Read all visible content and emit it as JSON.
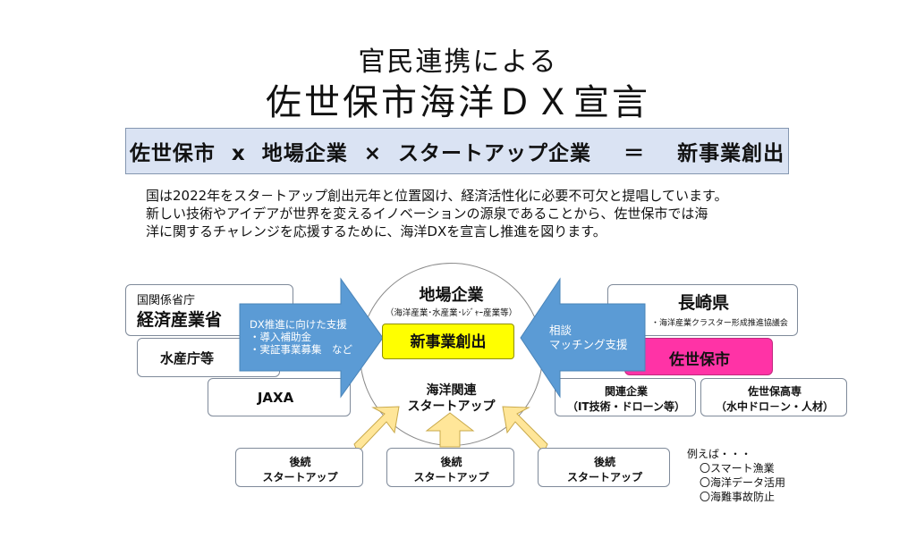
{
  "title": {
    "line1": "官民連携による",
    "line2": "佐世保市海洋ＤＸ宣言"
  },
  "formula": "佐世保市  x  地場企業  ×  スタートアップ企業    ＝    新事業創出",
  "description": [
    "国は2022年をスタ－トアップ創出元年と位置図け、経済活性化に必要不可欠と提唱しています。",
    "新しい技術やアイデアが世界を変えるイノベーションの源泉であることから、佐世保市では海",
    "洋に関するチャレンジを応援するために、海洋DXを宣言し推進を図ります。"
  ],
  "left": {
    "gov_small": "国関係省庁",
    "gov_main": "経済産業省",
    "fisheries": "水産庁等",
    "jaxa": "JAXA",
    "arrow_lines": [
      "DX推進に向けた支援",
      "・導入補助金",
      "・実証事業募集　など"
    ]
  },
  "center": {
    "local_title": "地場企業",
    "local_sub": "（海洋産業･水産業･ﾚｼﾞｬｰ産業等）",
    "new_business": "新事業創出",
    "startup_line1": "海洋関連",
    "startup_line2": "スタートアップ"
  },
  "right": {
    "pref": "長崎県",
    "pref_sub": "・海洋産業クラスター形成推進協議会",
    "city": "佐世保市",
    "arrow_lines": [
      "相談",
      "マッチング支援"
    ],
    "related_line1": "関連企業",
    "related_line2": "（IT技術・ドローン等）",
    "college_line1": "佐世保高専",
    "college_line2": "（水中ドロ－ン・人材）"
  },
  "followers": [
    {
      "line1": "後続",
      "line2": "スタートアップ"
    },
    {
      "line1": "後続",
      "line2": "スタートアップ"
    },
    {
      "line1": "後続",
      "line2": "スタートアップ"
    }
  ],
  "examples": {
    "heading": "例えば・・・",
    "items": [
      "〇スマート漁業",
      "〇海洋データ活用",
      "〇海難事故防止"
    ]
  },
  "colors": {
    "formula_bg": "#dae3f3",
    "arrow_blue": "#5b9bd5",
    "new_business_yellow": "#ffff00",
    "city_pink": "#ff33a6",
    "up_arrow": "#ffe699"
  }
}
